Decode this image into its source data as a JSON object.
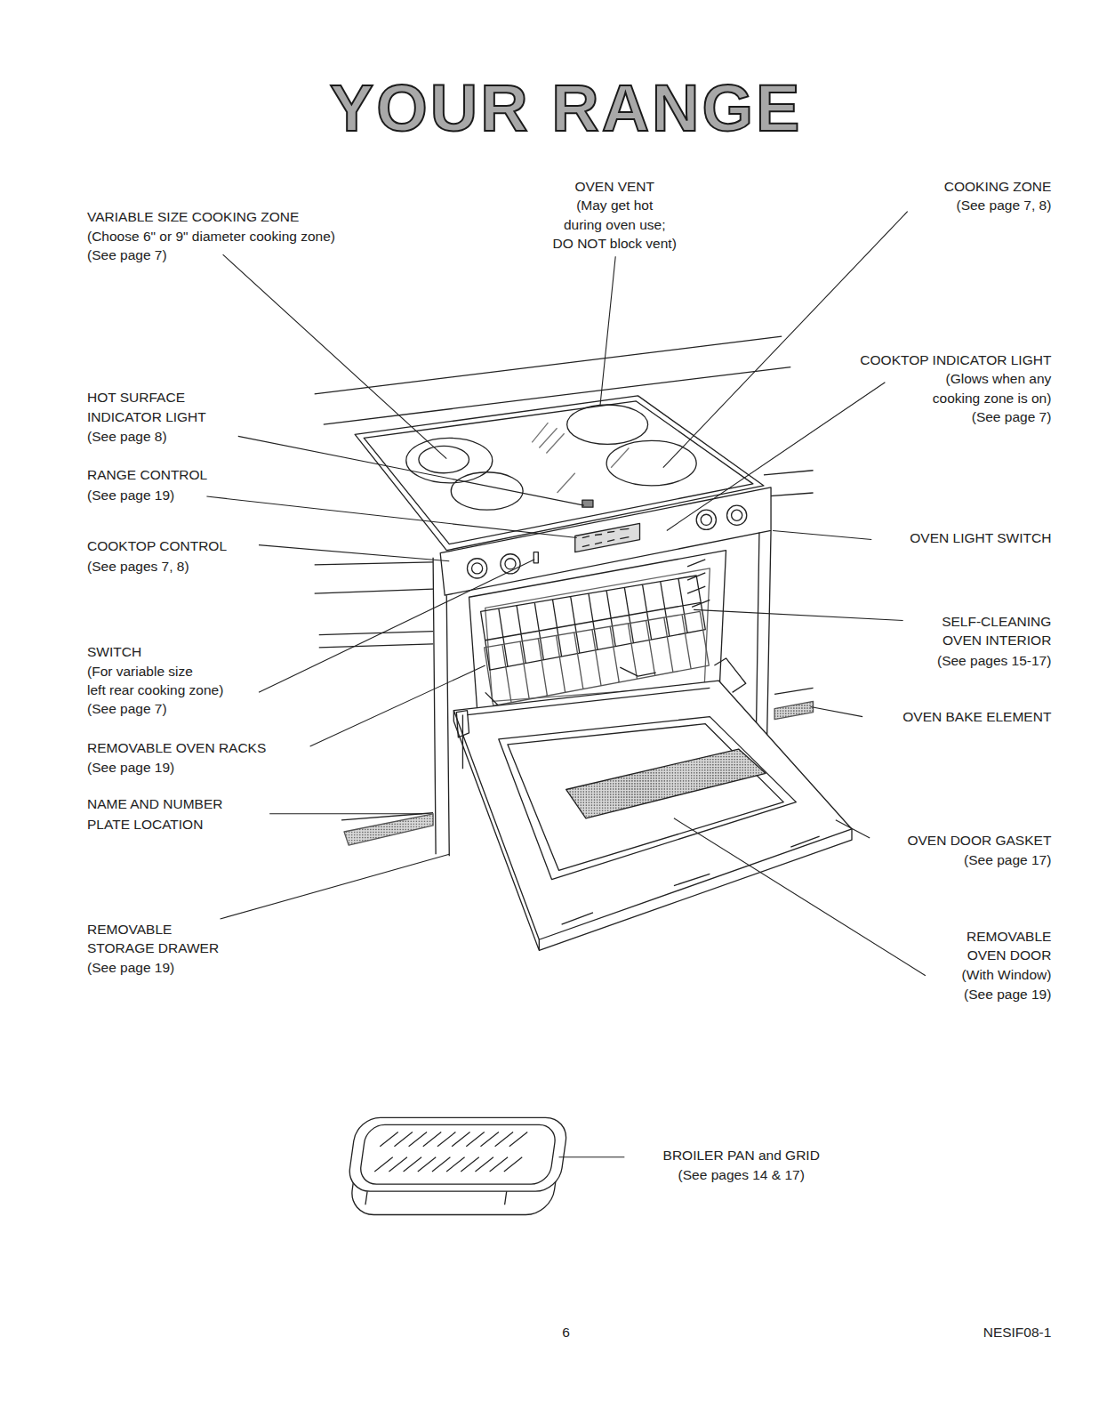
{
  "diagram": {
    "title": "YOUR RANGE",
    "labels": [
      "VARIABLE SIZE COOKING ZONE",
      "(Choose 6\" or 9\" diameter cooking zone)",
      "(See page 7)",
      "OVEN VENT",
      "(May get hot",
      "during oven use;",
      "DO NOT block vent)",
      "COOKING ZONE",
      "(See page 7, 8)",
      "HOT SURFACE",
      "INDICATOR LIGHT",
      "(See page 8)",
      "COOKTOP INDICATOR LIGHT",
      "(Glows when any",
      "cooking zone is on)",
      "(See page 7)",
      "RANGE CONTROL",
      "(See page 19)",
      "OVEN LIGHT SWITCH",
      "COOKTOP CONTROL",
      "(See pages 7, 8)",
      "SELF-CLEANING",
      "OVEN INTERIOR",
      "(See pages 15-17)",
      "SWITCH",
      "(For variable size",
      "left rear cooking zone)",
      "(See page 7)",
      "OVEN BAKE ELEMENT",
      "REMOVABLE OVEN RACKS",
      "(See page 19)",
      "NAME AND NUMBER",
      "PLATE LOCATION",
      "OVEN DOOR GASKET",
      "(See page 17)",
      "REMOVABLE",
      "STORAGE DRAWER",
      "(See page 19)",
      "REMOVABLE",
      "OVEN DOOR",
      "(With Window)",
      "(See page 19)",
      "BROILER PAN and GRID",
      "(See pages 14 & 17)",
      "6",
      "NESIF08-1"
    ]
  }
}
